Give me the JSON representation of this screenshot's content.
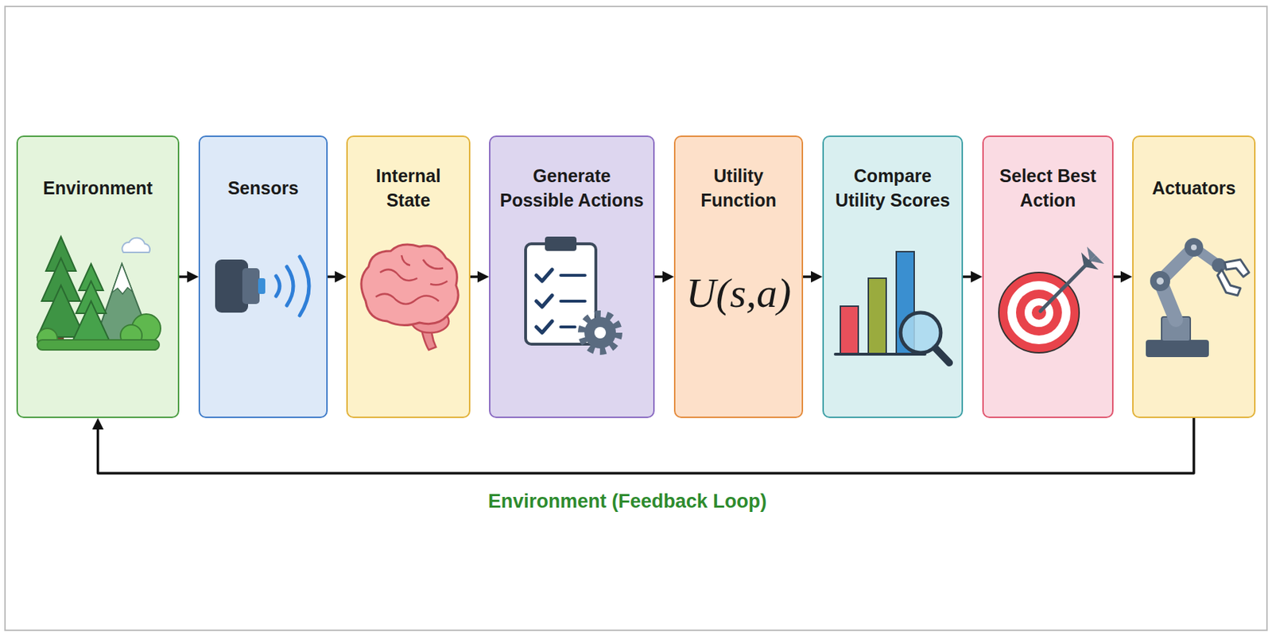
{
  "diagram": {
    "nodes": [
      {
        "text": [
          "Environment"
        ]
      },
      {
        "text": [
          "Sensors"
        ]
      },
      {
        "text": [
          "Internal State"
        ]
      },
      {
        "text": [
          "Generate Possible Actions"
        ]
      },
      {
        "text": [
          "Utility Function",
          "U(s,a)"
        ]
      },
      {
        "text": [
          "Compare Utility Scores"
        ]
      },
      {
        "text": [
          "Select Best Action"
        ]
      },
      {
        "text": [
          "Actuators"
        ]
      }
    ],
    "edges": [
      {
        "from": 0,
        "to": 1,
        "arrow": "to"
      },
      {
        "from": 1,
        "to": 2,
        "arrow": "to"
      },
      {
        "from": 2,
        "to": 3,
        "arrow": "to"
      },
      {
        "from": 3,
        "to": 4,
        "arrow": "to"
      },
      {
        "from": 4,
        "to": 5,
        "arrow": "to"
      },
      {
        "from": 5,
        "to": 6,
        "arrow": "to"
      },
      {
        "from": 6,
        "to": 7,
        "arrow": "to"
      },
      {
        "from": 7,
        "to": 0,
        "label": "Environment (Feedback Loop)",
        "arrow": "to"
      }
    ]
  }
}
